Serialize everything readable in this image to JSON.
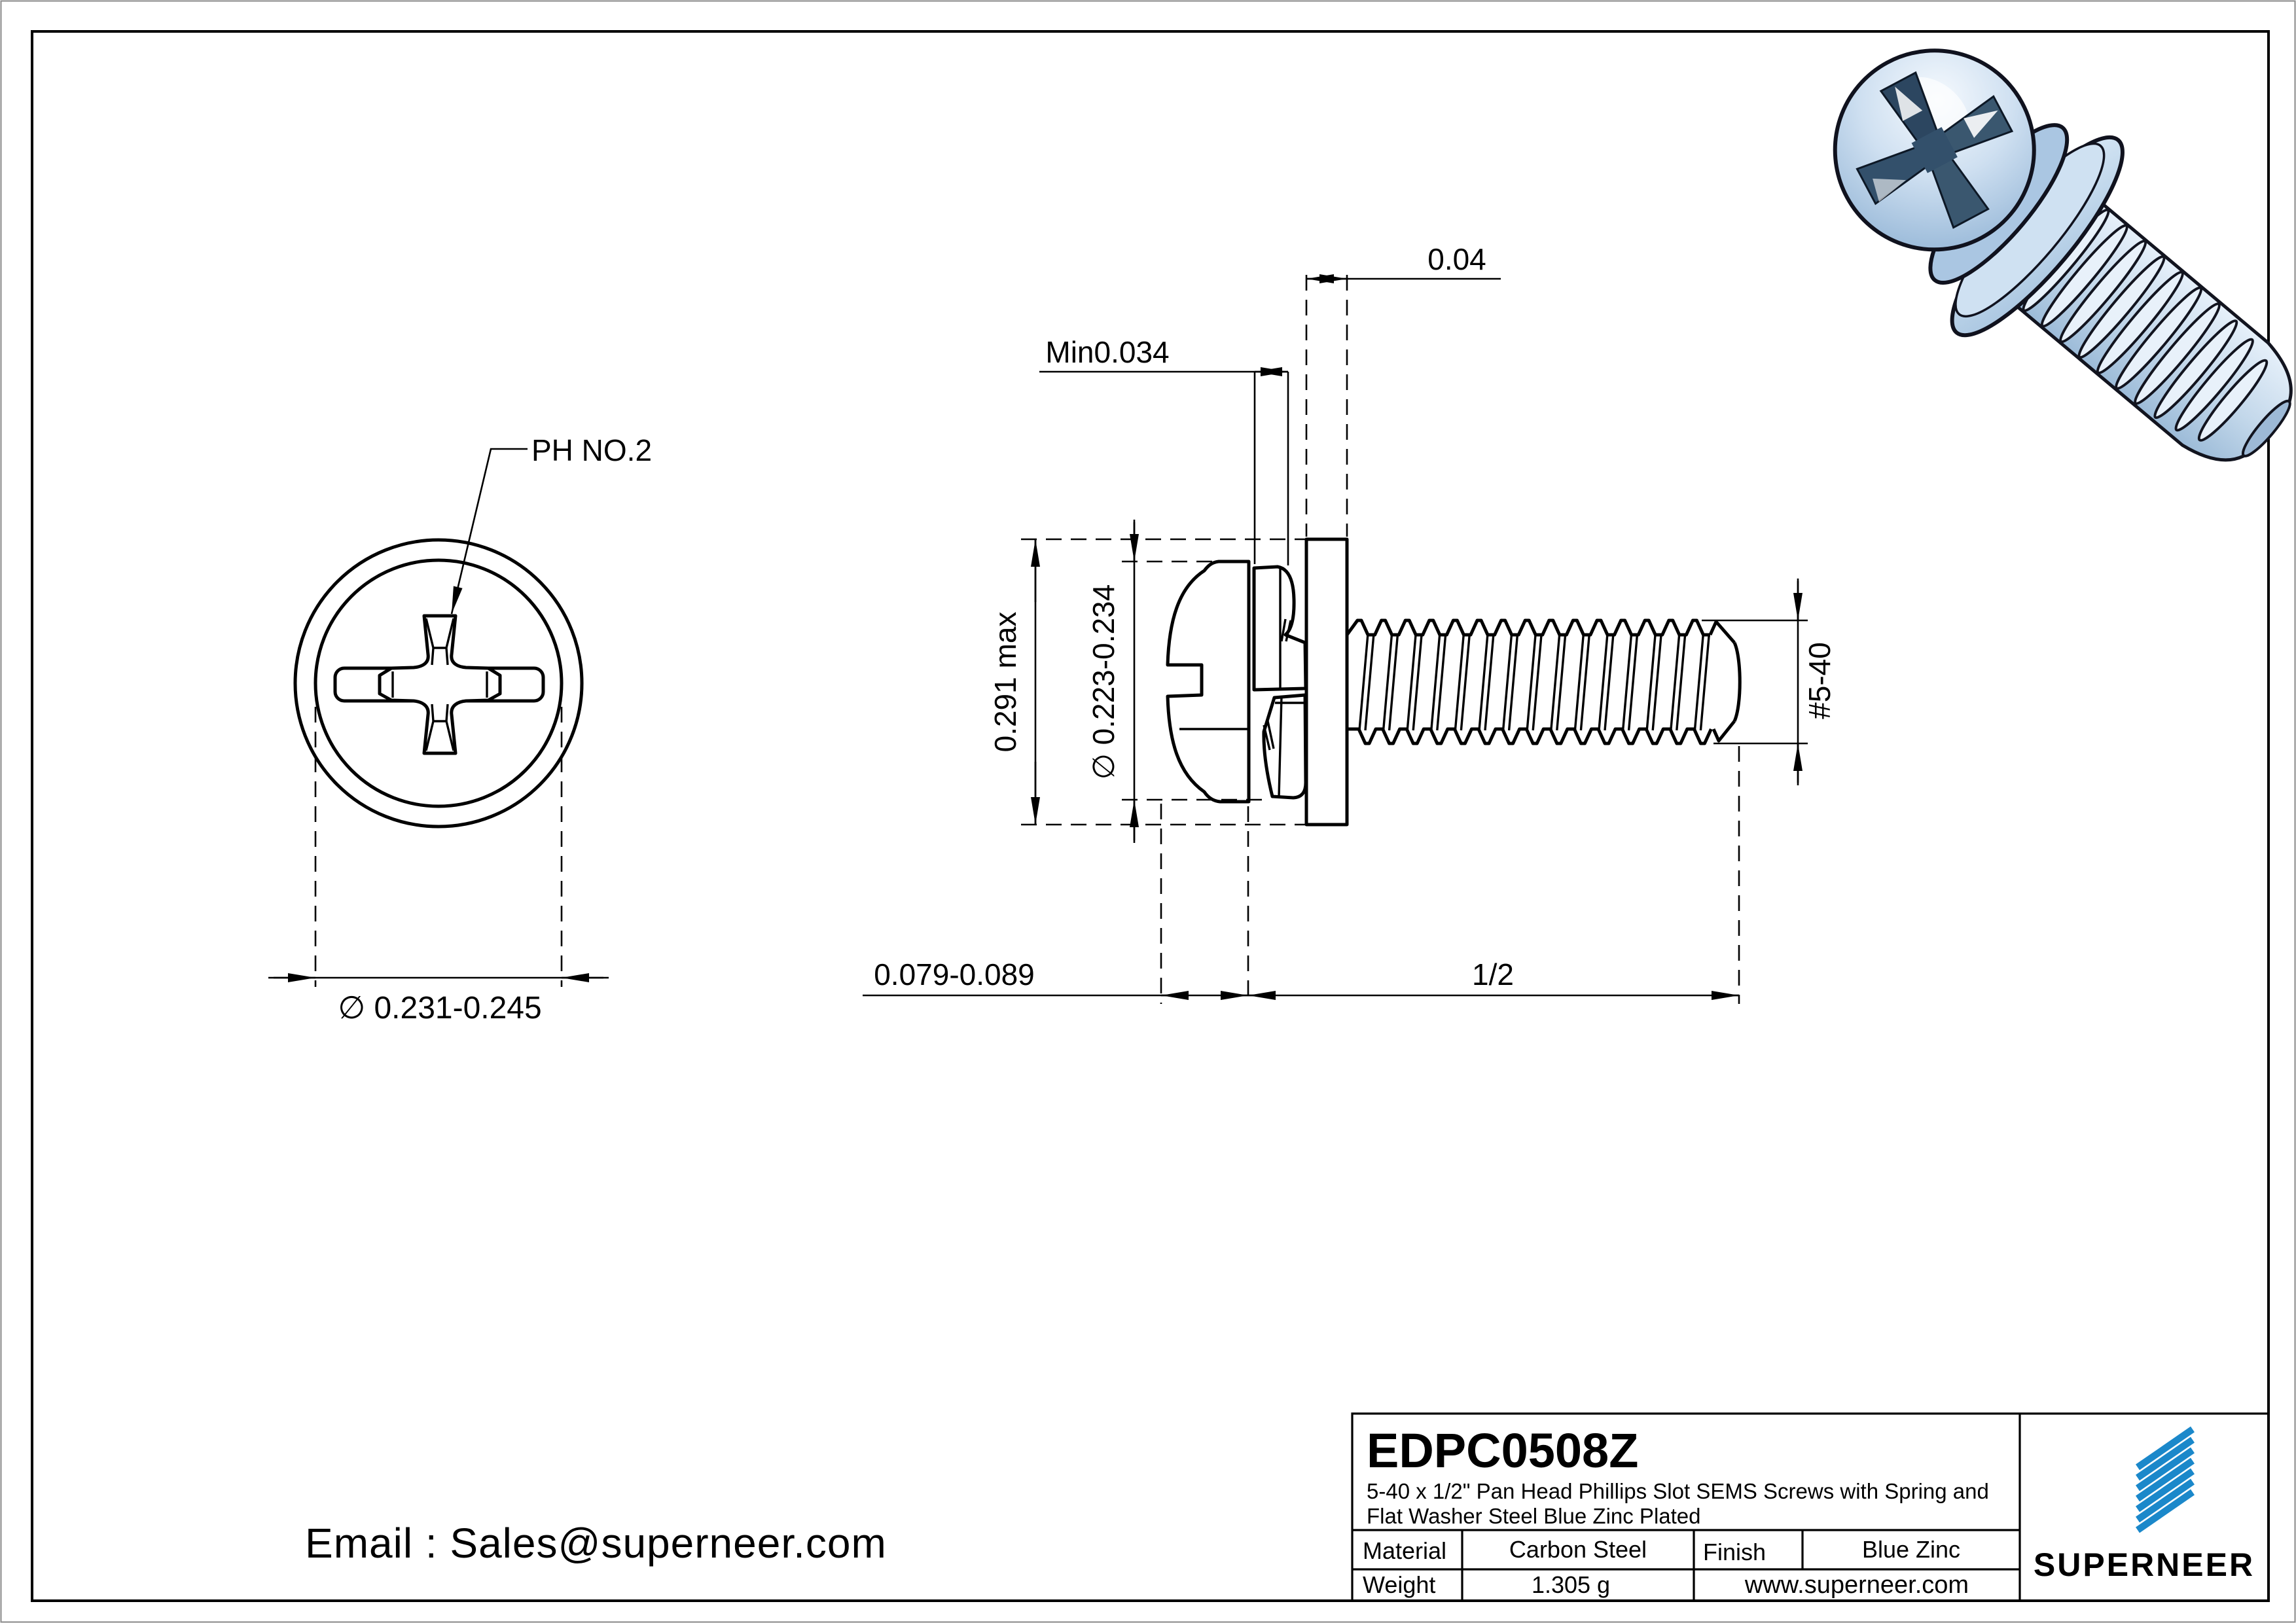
{
  "page": {
    "background": "#ffffff",
    "line_color": "#000000"
  },
  "front_view": {
    "drive_callout": "PH NO.2",
    "head_diameter": "∅ 0.231-0.245"
  },
  "side_view": {
    "flat_washer_thickness": "0.04",
    "spring_washer_min_height": "Min0.034",
    "washer_od_max": "0.291 max",
    "head_diameter": "∅ 0.223-0.234",
    "thread_spec": "#5-40",
    "head_height": "0.079-0.089",
    "thread_length": "1/2"
  },
  "title_block": {
    "part_number": "EDPC0508Z",
    "description_line1": "5-40 x 1/2\" Pan Head Phillips Slot SEMS Screws with Spring and",
    "description_line2": "Flat Washer Steel Blue Zinc Plated",
    "material_label": "Material",
    "material_value": "Carbon Steel",
    "finish_label": "Finish",
    "finish_value": "Blue Zinc",
    "weight_label": "Weight",
    "weight_value": "1.305 g",
    "website": "www.superneer.com"
  },
  "brand": {
    "name": "SUPERNEER",
    "color": "#1b88ca",
    "link_color": "#1a7fc0"
  },
  "footer": {
    "email": "Email : Sales@superneer.com"
  }
}
